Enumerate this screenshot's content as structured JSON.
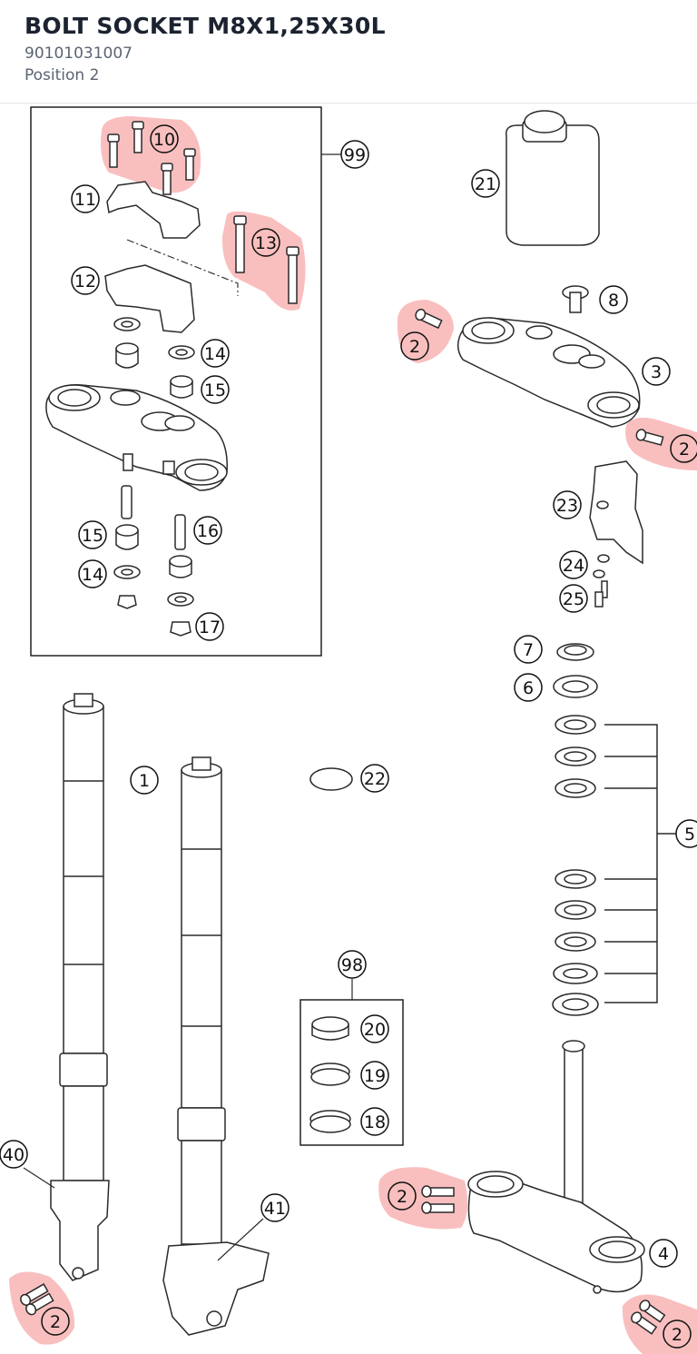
{
  "part": {
    "title": "BOLT SOCKET M8X1,25X30L",
    "number": "90101031007",
    "position": "Position 2"
  },
  "highlight_color": "#f05f5f",
  "callouts": {
    "c10": "10",
    "c11": "11",
    "c12": "12",
    "c13": "13",
    "c14a": "14",
    "c15a": "15",
    "c15b": "15",
    "c16": "16",
    "c14b": "14",
    "c17": "17",
    "c99": "99",
    "c21": "21",
    "c8": "8",
    "c2a": "2",
    "c3": "3",
    "c2b": "2",
    "c23": "23",
    "c24": "24",
    "c25": "25",
    "c7": "7",
    "c6": "6",
    "c5": "5",
    "c1": "1",
    "c22": "22",
    "c98": "98",
    "c20": "20",
    "c19": "19",
    "c18": "18",
    "c40": "40",
    "c41": "41",
    "c2c": "2",
    "c4": "4",
    "c2d": "2",
    "c2e": "2"
  }
}
